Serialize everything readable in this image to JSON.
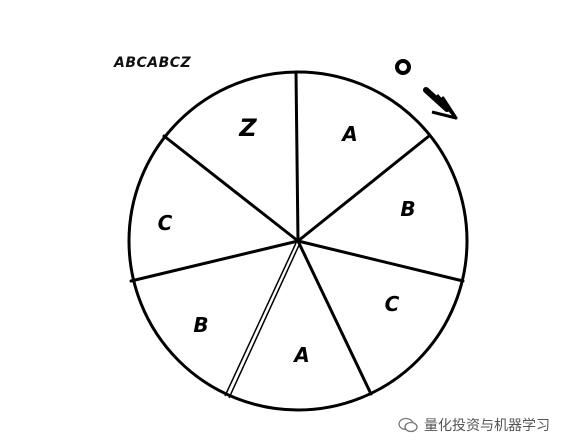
{
  "sequence": "ABCABCZ",
  "wheel": {
    "segments": [
      "Z",
      "A",
      "B",
      "C",
      "A",
      "B",
      "C"
    ]
  },
  "watermark": {
    "text": "量化投资与机器学习"
  }
}
